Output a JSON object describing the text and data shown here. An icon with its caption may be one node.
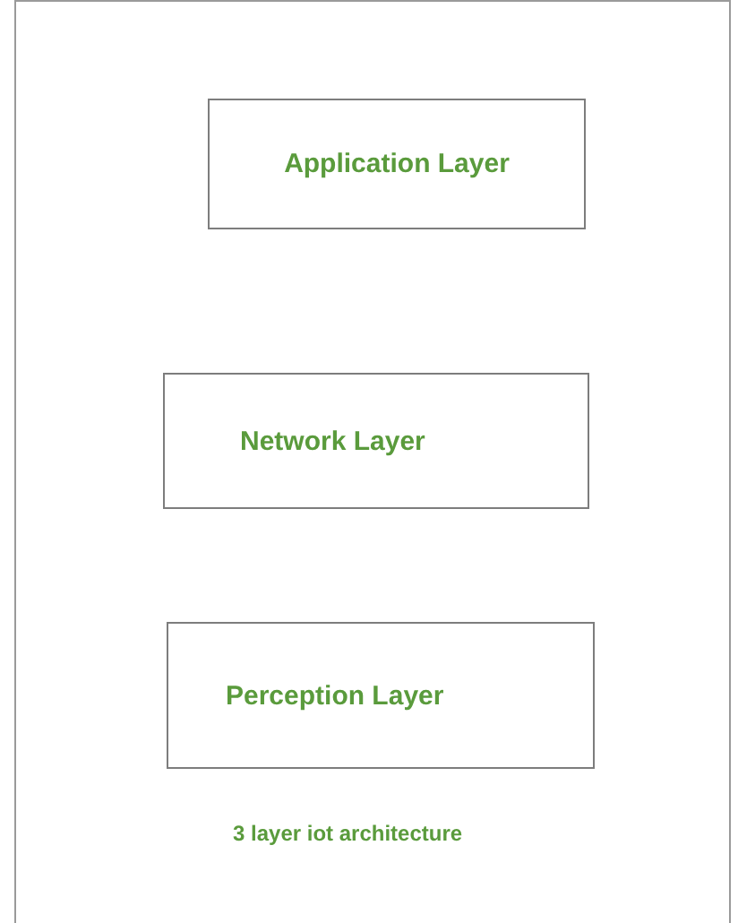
{
  "diagram": {
    "caption": "3 layer iot architecture",
    "nodes": [
      {
        "text": [
          "Application Layer"
        ]
      },
      {
        "text": [
          "Network Layer"
        ]
      },
      {
        "text": [
          "Perception Layer"
        ]
      }
    ]
  }
}
